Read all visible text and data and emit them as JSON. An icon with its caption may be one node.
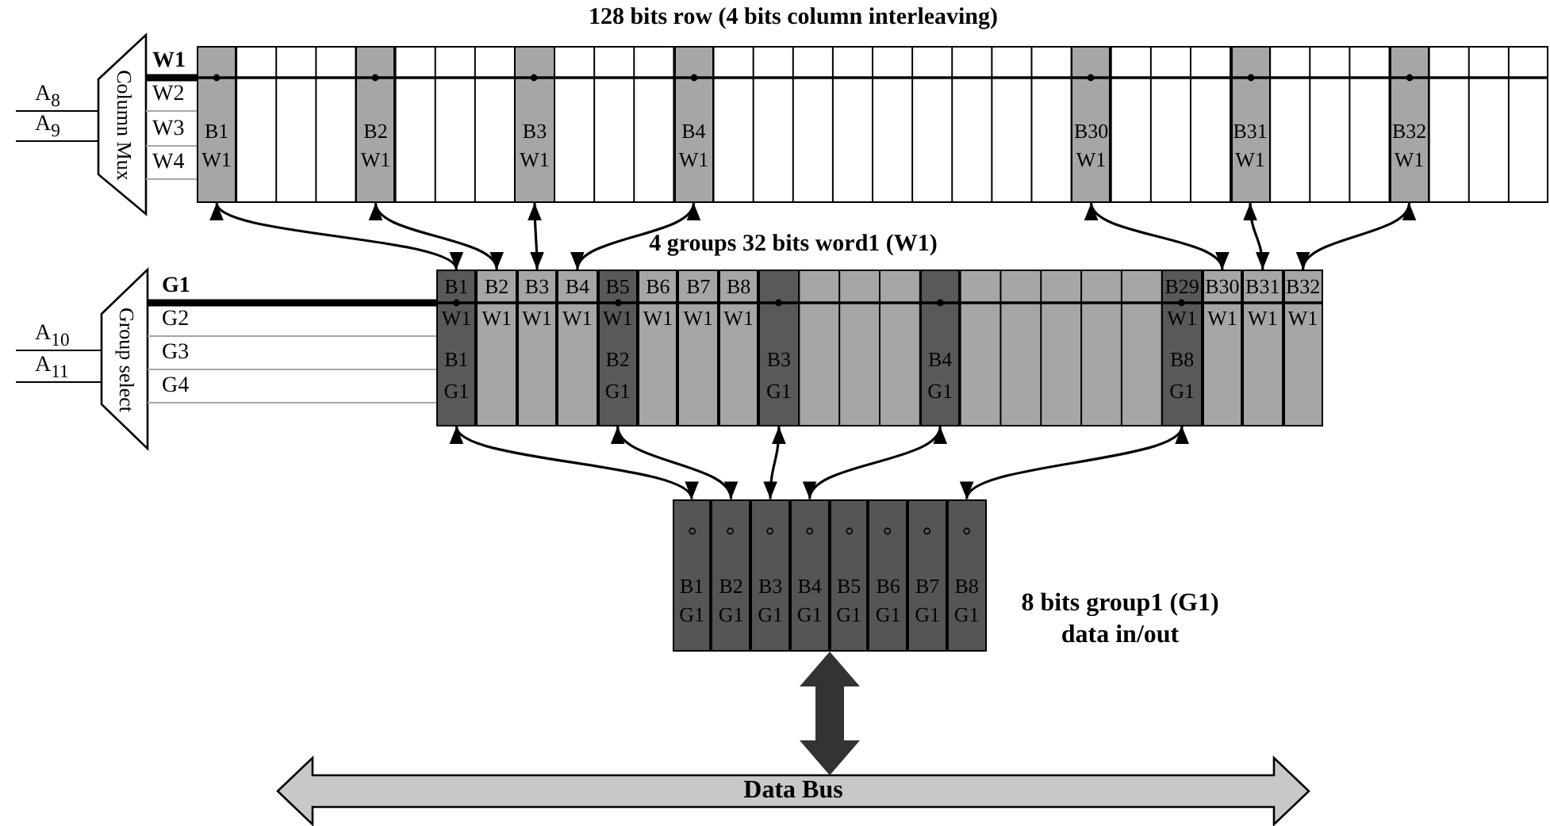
{
  "diagram": {
    "nodes": [
      {
        "text": [
          "Column Mux"
        ]
      },
      {
        "text": [
          "128 bits row (4 bits column interleaving)"
        ]
      },
      {
        "text": [
          "B1 W1"
        ],
        "in": 1
      },
      {
        "text": [
          "B2 W1"
        ],
        "in": 1
      },
      {
        "text": [
          "B3 W1"
        ],
        "in": 1
      },
      {
        "text": [
          "B4 W1"
        ],
        "in": 1
      },
      {
        "text": [
          "B30 W1"
        ],
        "in": 1
      },
      {
        "text": [
          "B31 W1"
        ],
        "in": 1
      },
      {
        "text": [
          "B32 W1"
        ],
        "in": 1
      },
      {
        "text": [
          "Group select"
        ]
      },
      {
        "text": [
          "4 groups 32 bits word1 (W1)"
        ]
      },
      {
        "text": [
          "B1 W1",
          "B1 G1"
        ],
        "in": 10
      },
      {
        "text": [
          "B2 W1"
        ],
        "in": 10
      },
      {
        "text": [
          "B3 W1"
        ],
        "in": 10
      },
      {
        "text": [
          "B4 W1"
        ],
        "in": 10
      },
      {
        "text": [
          "B5 W1",
          "B2 G1"
        ],
        "in": 10
      },
      {
        "text": [
          "B6 W1"
        ],
        "in": 10
      },
      {
        "text": [
          "B7 W1"
        ],
        "in": 10
      },
      {
        "text": [
          "B8 W1"
        ],
        "in": 10
      },
      {
        "text": [
          "B3 G1"
        ],
        "in": 10
      },
      {
        "text": [
          "B4 G1"
        ],
        "in": 10
      },
      {
        "text": [
          "B29 W1",
          "B8 G1"
        ],
        "in": 10
      },
      {
        "text": [
          "B30 W1"
        ],
        "in": 10
      },
      {
        "text": [
          "B31 W1"
        ],
        "in": 10
      },
      {
        "text": [
          "B32 W1"
        ],
        "in": 10
      },
      {
        "text": [],
        "shape": "box",
        "beside": [
          "8 bits group1 (G1) data in/out"
        ]
      },
      {
        "text": [
          "B1 G1"
        ],
        "in": 25
      },
      {
        "text": [
          "B2 G1"
        ],
        "in": 25
      },
      {
        "text": [
          "B3 G1"
        ],
        "in": 25
      },
      {
        "text": [
          "B4 G1"
        ],
        "in": 25
      },
      {
        "text": [
          "B5 G1"
        ],
        "in": 25
      },
      {
        "text": [
          "B6 G1"
        ],
        "in": 25
      },
      {
        "text": [
          "B7 G1"
        ],
        "in": 25
      },
      {
        "text": [
          "B8 G1"
        ],
        "in": 25
      },
      {
        "text": [
          "Data Bus"
        ]
      }
    ],
    "edges": [
      {
        "from": null,
        "to": 0,
        "arrow": "none",
        "label": "A$_{8}$"
      },
      {
        "from": null,
        "to": 0,
        "arrow": "none",
        "label": "A$_{9}$"
      },
      {
        "from": 0,
        "to": 1,
        "arrow": "none",
        "label": "W1",
        "style": "thick"
      },
      {
        "from": 0,
        "to": 1,
        "arrow": "none",
        "label": "W2",
        "color": "#a6a6a6"
      },
      {
        "from": 0,
        "to": 1,
        "arrow": "none",
        "label": "W3",
        "color": "#a6a6a6"
      },
      {
        "from": 0,
        "to": 1,
        "arrow": "none",
        "label": "W4",
        "color": "#a6a6a6"
      },
      {
        "from": 2,
        "to": 11,
        "arrow": "both"
      },
      {
        "from": 3,
        "to": 12,
        "arrow": "both"
      },
      {
        "from": 4,
        "to": 13,
        "arrow": "both"
      },
      {
        "from": 5,
        "to": 14,
        "arrow": "both"
      },
      {
        "from": 6,
        "to": 22,
        "arrow": "both"
      },
      {
        "from": 7,
        "to": 23,
        "arrow": "both"
      },
      {
        "from": 8,
        "to": 24,
        "arrow": "both"
      },
      {
        "from": null,
        "to": 9,
        "arrow": "none",
        "label": "A$_{10}$"
      },
      {
        "from": null,
        "to": 9,
        "arrow": "none",
        "label": "A$_{11}$"
      },
      {
        "from": 9,
        "to": 10,
        "arrow": "none",
        "label": "G1",
        "style": "thick"
      },
      {
        "from": 9,
        "to": 10,
        "arrow": "none",
        "label": "G2",
        "color": "#a6a6a6"
      },
      {
        "from": 9,
        "to": 10,
        "arrow": "none",
        "label": "G3",
        "color": "#a6a6a6"
      },
      {
        "from": 9,
        "to": 10,
        "arrow": "none",
        "label": "G4",
        "color": "#a6a6a6"
      },
      {
        "from": 11,
        "to": 26,
        "arrow": "both"
      },
      {
        "from": 15,
        "to": 27,
        "arrow": "both"
      },
      {
        "from": 19,
        "to": 28,
        "arrow": "both"
      },
      {
        "from": 20,
        "to": 29,
        "arrow": "both"
      },
      {
        "from": 21,
        "to": 33,
        "arrow": "both"
      },
      {
        "from": 25,
        "to": 34,
        "arrow": "both",
        "style": "thick",
        "color": "#333333"
      }
    ]
  }
}
